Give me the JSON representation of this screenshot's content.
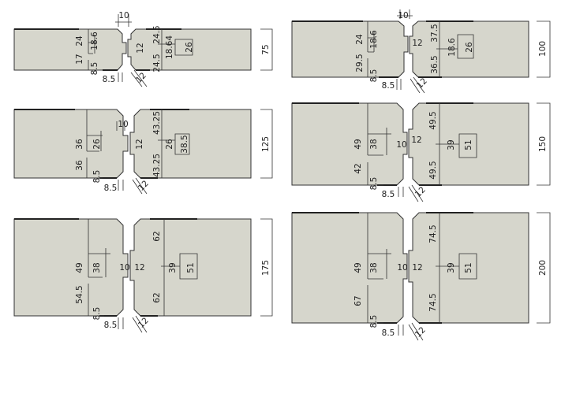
{
  "panels": [
    {
      "id": "t75",
      "thickness": "75",
      "gap": "10",
      "left": [
        "24",
        "18.6",
        "17",
        "8.5",
        "8.5"
      ],
      "center": "12",
      "right": [
        "24.5",
        "18.64",
        "26",
        "24.5"
      ],
      "angle": "12"
    },
    {
      "id": "t100",
      "thickness": "100",
      "gap": "10",
      "left": [
        "24",
        "18.6",
        "29.5",
        "8.5",
        "8.5"
      ],
      "center": "12",
      "right": [
        "37.5",
        "18.6",
        "26",
        "36.5"
      ],
      "angle": "12"
    },
    {
      "id": "t125",
      "thickness": "125",
      "gap": "10",
      "left": [
        "36",
        "26",
        "36",
        "8.5",
        "8.5"
      ],
      "center": "12",
      "right": [
        "43.25",
        "26",
        "38.5",
        "43.25"
      ],
      "angle": "12"
    },
    {
      "id": "t150",
      "thickness": "150",
      "gap": "10",
      "left": [
        "49",
        "38",
        "42",
        "8.5",
        "8.5"
      ],
      "center": "12",
      "right": [
        "49.5",
        "39",
        "51",
        "49.5"
      ],
      "angle": "12"
    },
    {
      "id": "t175",
      "thickness": "175",
      "gap": "10",
      "left": [
        "49",
        "38",
        "54.5",
        "8.5",
        "8.5"
      ],
      "center": "12",
      "right": [
        "62",
        "39",
        "51",
        "62"
      ],
      "angle": "12"
    },
    {
      "id": "t200",
      "thickness": "200",
      "gap": "10",
      "left": [
        "49",
        "38",
        "67",
        "8.5",
        "8.5"
      ],
      "center": "12",
      "right": [
        "74.5",
        "39",
        "51",
        "74.5"
      ],
      "angle": "12"
    }
  ]
}
